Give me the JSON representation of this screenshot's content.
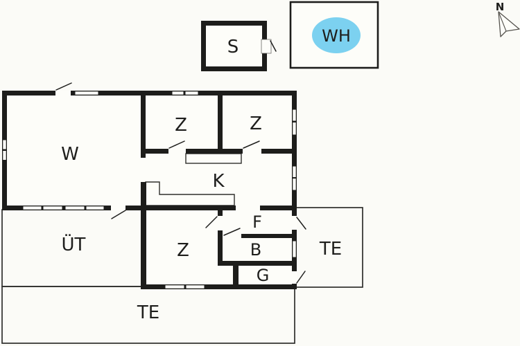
{
  "plan": {
    "compass": "N",
    "rooms": {
      "w": "W",
      "z_top_left": "Z",
      "z_top_right": "Z",
      "k": "K",
      "uet": "ÜT",
      "z_bottom": "Z",
      "f": "F",
      "b": "B",
      "g": "G",
      "te_bottom": "TE",
      "te_right": "TE"
    },
    "outbuildings": {
      "s": "S",
      "wh": "WH"
    },
    "colors": {
      "wall": "#1d1d1b",
      "background": "#fbfbf7",
      "whirlpool": "#7cd1f0",
      "label": "#1e1e1c"
    }
  }
}
